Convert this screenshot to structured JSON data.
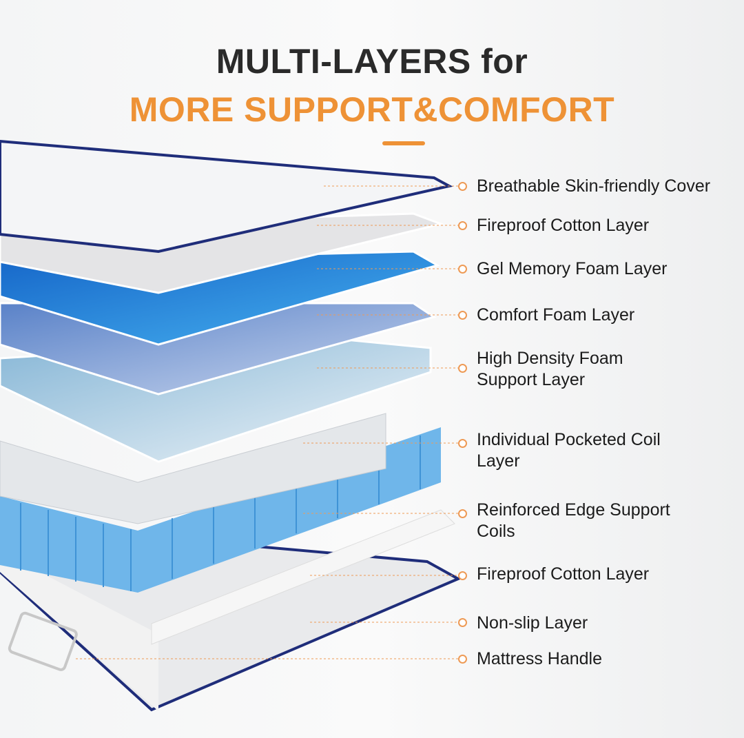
{
  "title": {
    "line1": "MULTI-LAYERS for",
    "line2": "MORE SUPPORT&COMFORT"
  },
  "colors": {
    "accent": "#ee9236",
    "title": "#2a2a2a",
    "navy": "#1f2d7a",
    "gel_blue": "#2a8de0"
  },
  "layers": [
    {
      "label": "Breathable Skin-friendly Cover"
    },
    {
      "label": "Fireproof Cotton Layer"
    },
    {
      "label": "Gel Memory Foam Layer"
    },
    {
      "label": "Comfort Foam Layer"
    },
    {
      "label": "High Density Foam Support Layer"
    },
    {
      "label": "Individual Pocketed Coil Layer"
    },
    {
      "label": "Reinforced Edge Support Coils"
    },
    {
      "label": "Fireproof Cotton Layer"
    },
    {
      "label": "Non-slip Layer"
    },
    {
      "label": "Mattress Handle"
    }
  ]
}
